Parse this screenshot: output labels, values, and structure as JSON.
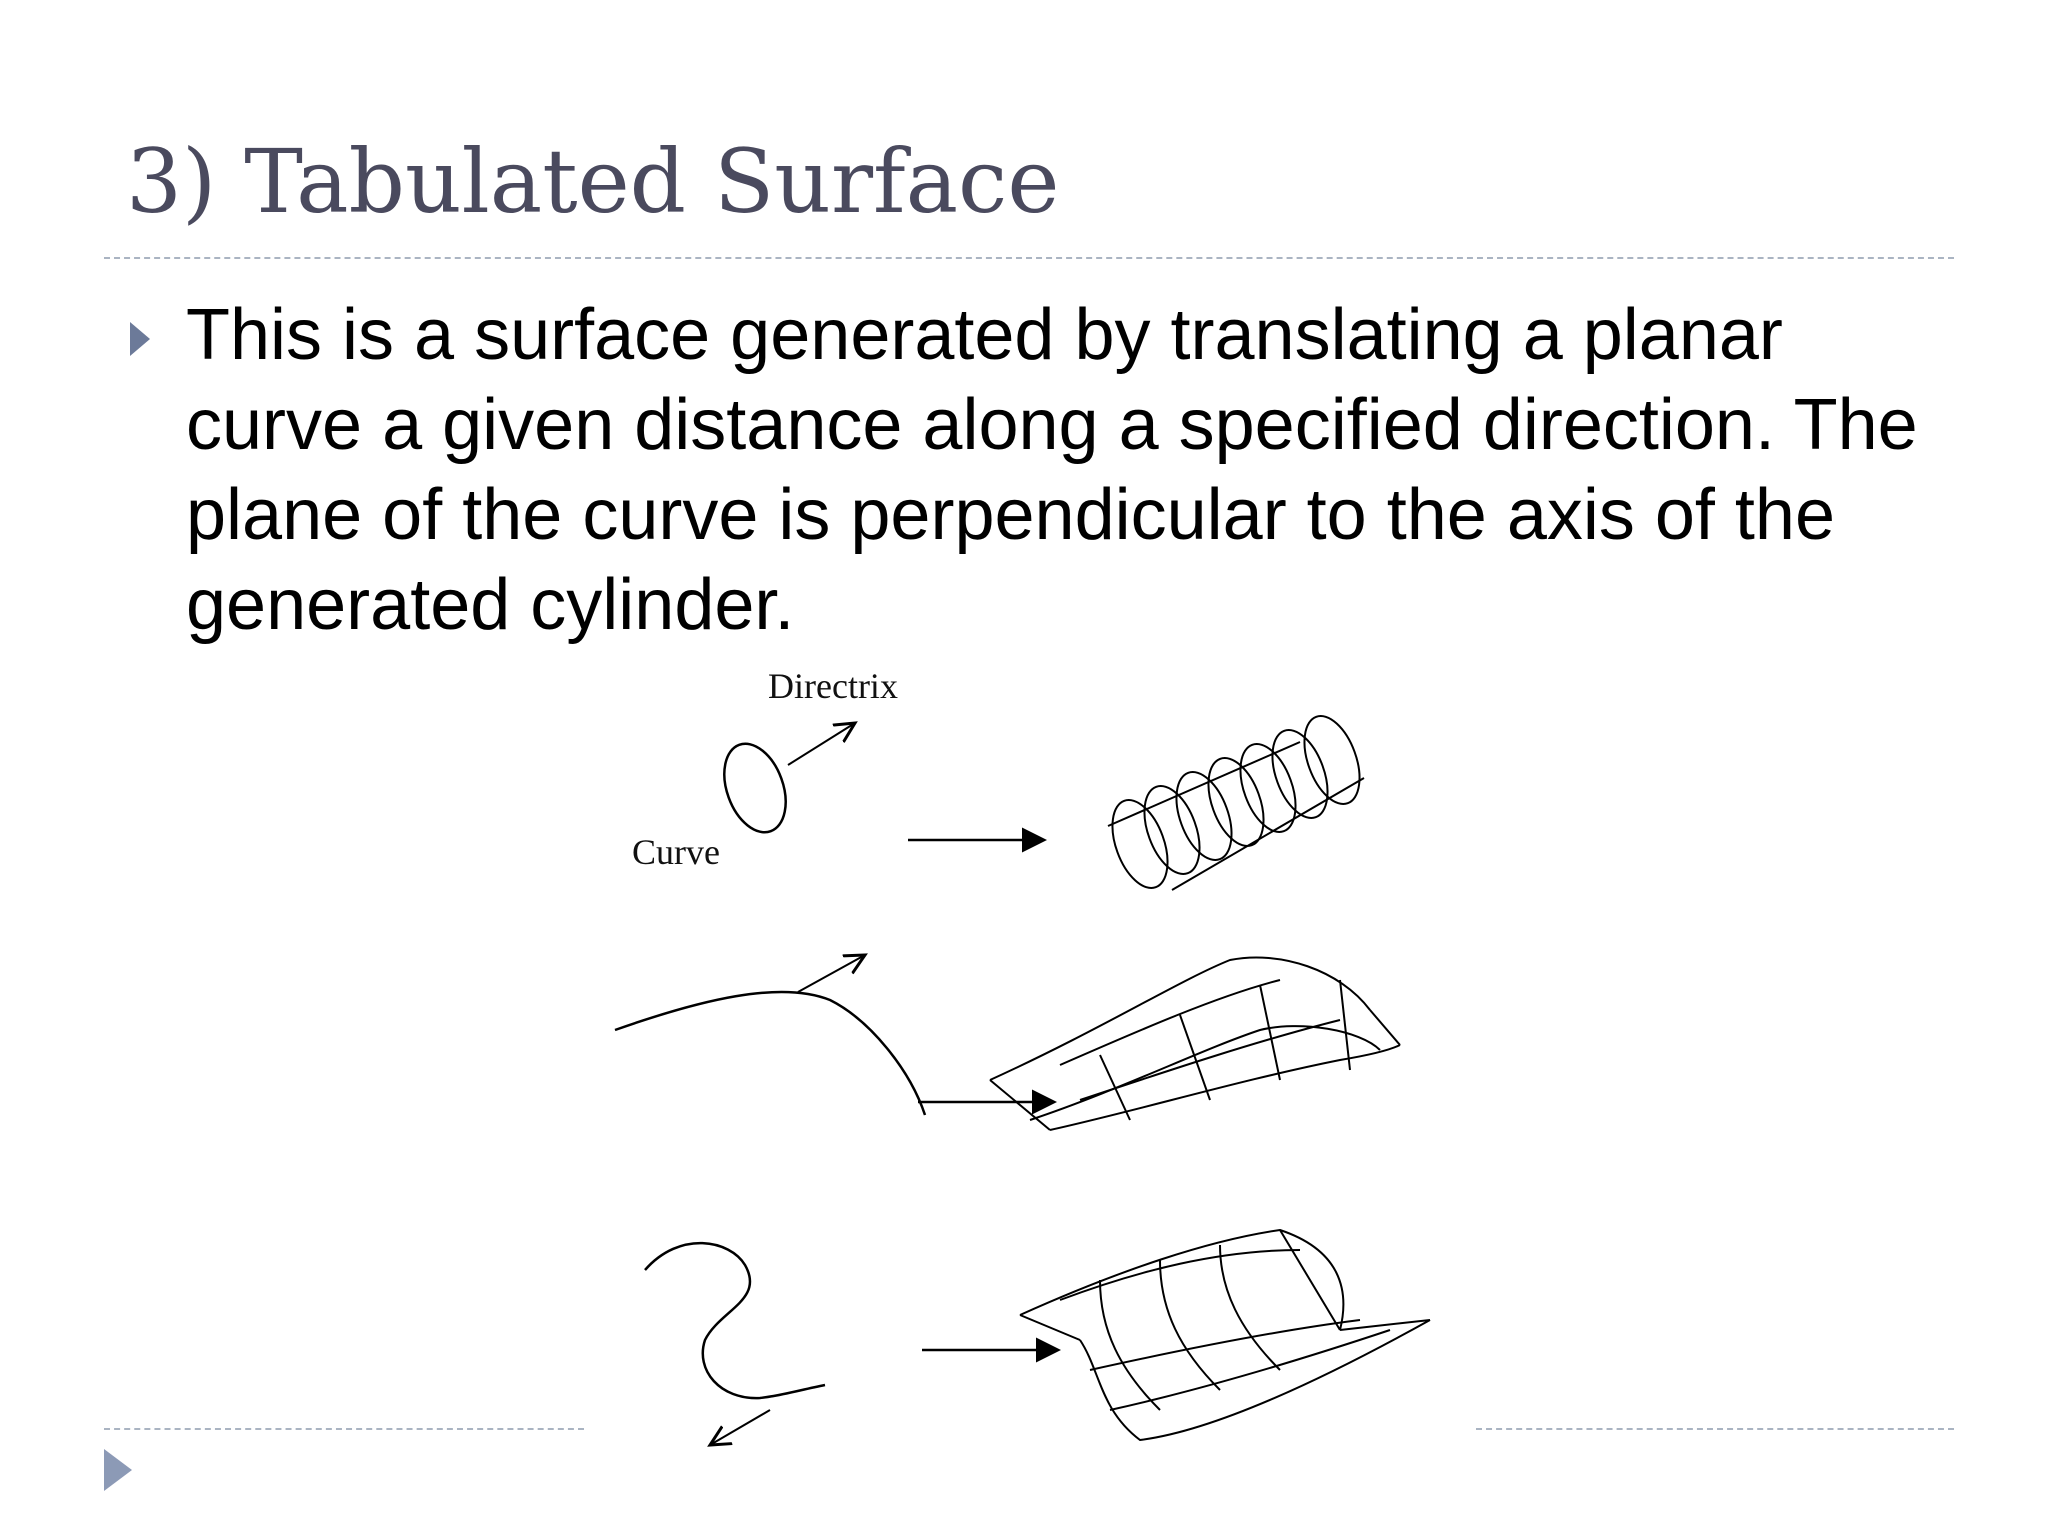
{
  "slide": {
    "title": "3) Tabulated Surface",
    "bullet": "This is a surface generated by translating a planar curve a given distance along a specified direction. The plane of the curve is perpendicular to the axis of the generated cylinder.",
    "figure": {
      "directrix_label": "Directrix",
      "curve_label": "Curve"
    },
    "colors": {
      "title": "#4a4a5e",
      "rule": "#aab4c2",
      "bullet_marker": "#6c7a99",
      "footer_marker": "#8c9ab6"
    }
  }
}
